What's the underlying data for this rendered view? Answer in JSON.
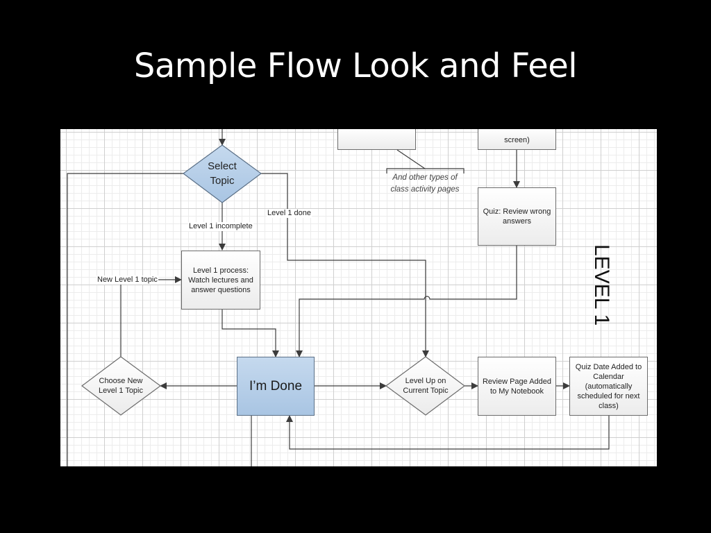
{
  "slide": {
    "title": "Sample Flow Look and Feel"
  },
  "diagram": {
    "nodes": {
      "select_topic": "Select Topic",
      "partial_box_screen": "screen)",
      "quiz_review": "Quiz: Review wrong answers",
      "level1_process": "Level 1 process: Watch lectures and answer questions",
      "im_done": "I’m Done",
      "choose_new": "Choose New Level 1 Topic",
      "level_up": "Level Up on Current Topic",
      "review_page": "Review Page Added to My Notebook",
      "quiz_date": "Quiz Date Added to Calendar (automatically scheduled for next class)"
    },
    "edge_labels": {
      "level1_incomplete": "Level 1 incomplete",
      "level1_done": "Level 1 done",
      "new_level1_topic": "New Level 1 topic"
    },
    "note": "And other types of class activity pages",
    "section_label": "LEVEL 1"
  },
  "colors": {
    "slide_background": "#000000",
    "title_text": "#ffffff",
    "highlight_fill": "#b7cfe9",
    "connector": "#3c3c3c"
  }
}
